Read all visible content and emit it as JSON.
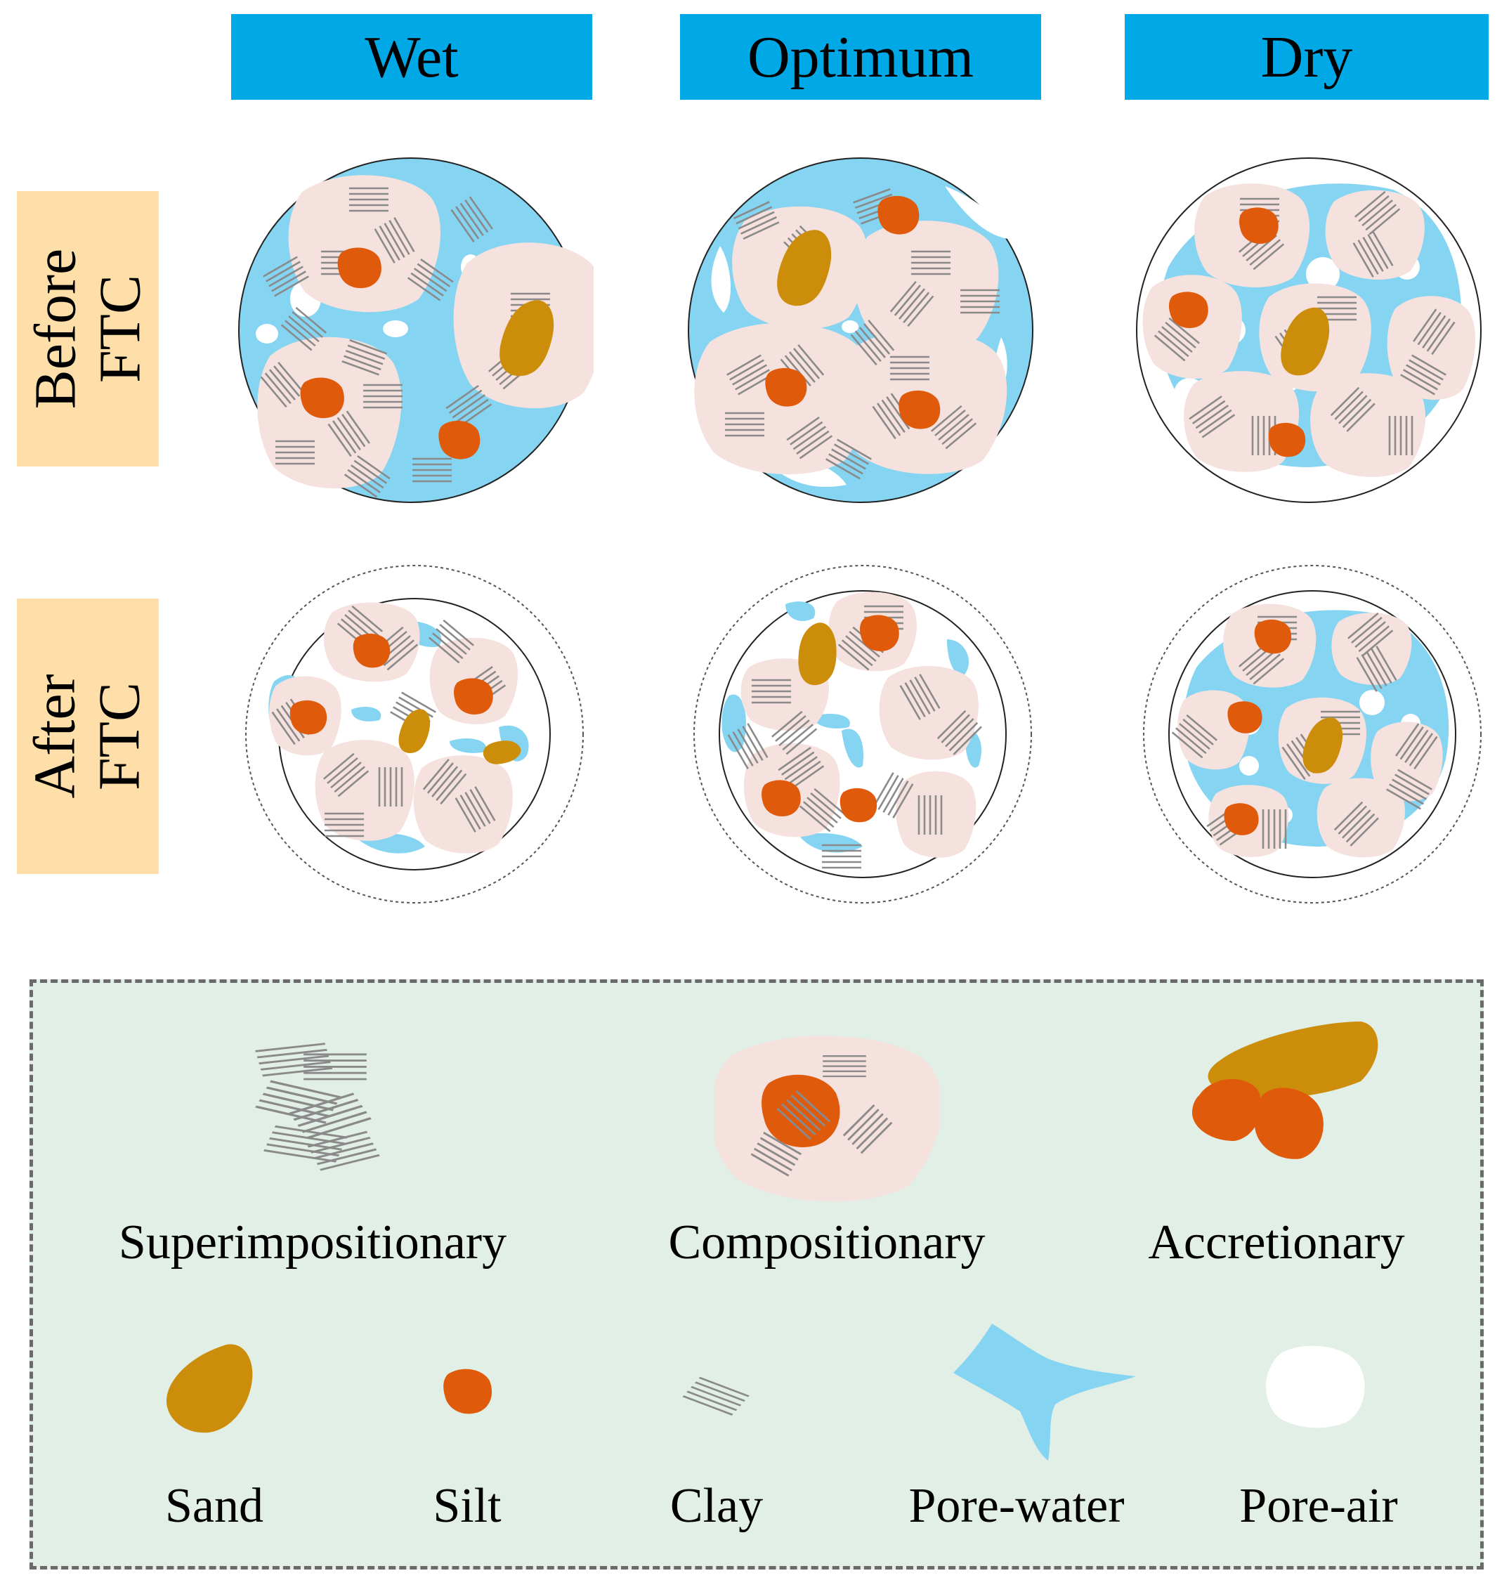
{
  "columns": [
    "Wet",
    "Optimum",
    "Dry"
  ],
  "rows": [
    {
      "line1": "Before",
      "line2": "FTC"
    },
    {
      "line1": "After",
      "line2": "FTC"
    }
  ],
  "legend": {
    "aggregates": [
      "Superimpositionary",
      "Compositionary",
      "Accretionary"
    ],
    "components": [
      "Sand",
      "Silt",
      "Clay",
      "Pore-water",
      "Pore-air"
    ]
  },
  "colors": {
    "header": "#00a8e6",
    "row_label": "#ffdfa9",
    "pore_water": "#85d4f2",
    "aggregate": "#f5e1dd",
    "sand": "#cc8e0a",
    "silt": "#e05a0c",
    "clay": "#8a8a8a",
    "pore_air": "#ffffff",
    "legend_bg": "#e1efe6"
  }
}
